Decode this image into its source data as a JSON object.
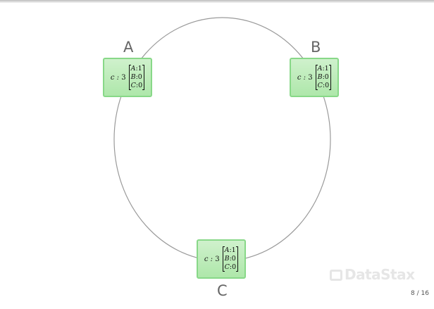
{
  "nodes": [
    {
      "id": "A",
      "label": "A",
      "counter_var": "c",
      "counter_value": "3",
      "vector": [
        {
          "key": "A",
          "value": "1"
        },
        {
          "key": "B",
          "value": "0"
        },
        {
          "key": "C",
          "value": "0"
        }
      ]
    },
    {
      "id": "B",
      "label": "B",
      "counter_var": "c",
      "counter_value": "3",
      "vector": [
        {
          "key": "A",
          "value": "1"
        },
        {
          "key": "B",
          "value": "0"
        },
        {
          "key": "C",
          "value": "0"
        }
      ]
    },
    {
      "id": "C",
      "label": "C",
      "counter_var": "c",
      "counter_value": "3",
      "vector": [
        {
          "key": "A",
          "value": "1"
        },
        {
          "key": "B",
          "value": "0"
        },
        {
          "key": "C",
          "value": "0"
        }
      ]
    }
  ],
  "watermark": "DataStax",
  "page_number": "8 / 16",
  "colors": {
    "node_fill": "#b8eab4",
    "node_border": "#88d888",
    "ring": "#9a9a9a"
  }
}
